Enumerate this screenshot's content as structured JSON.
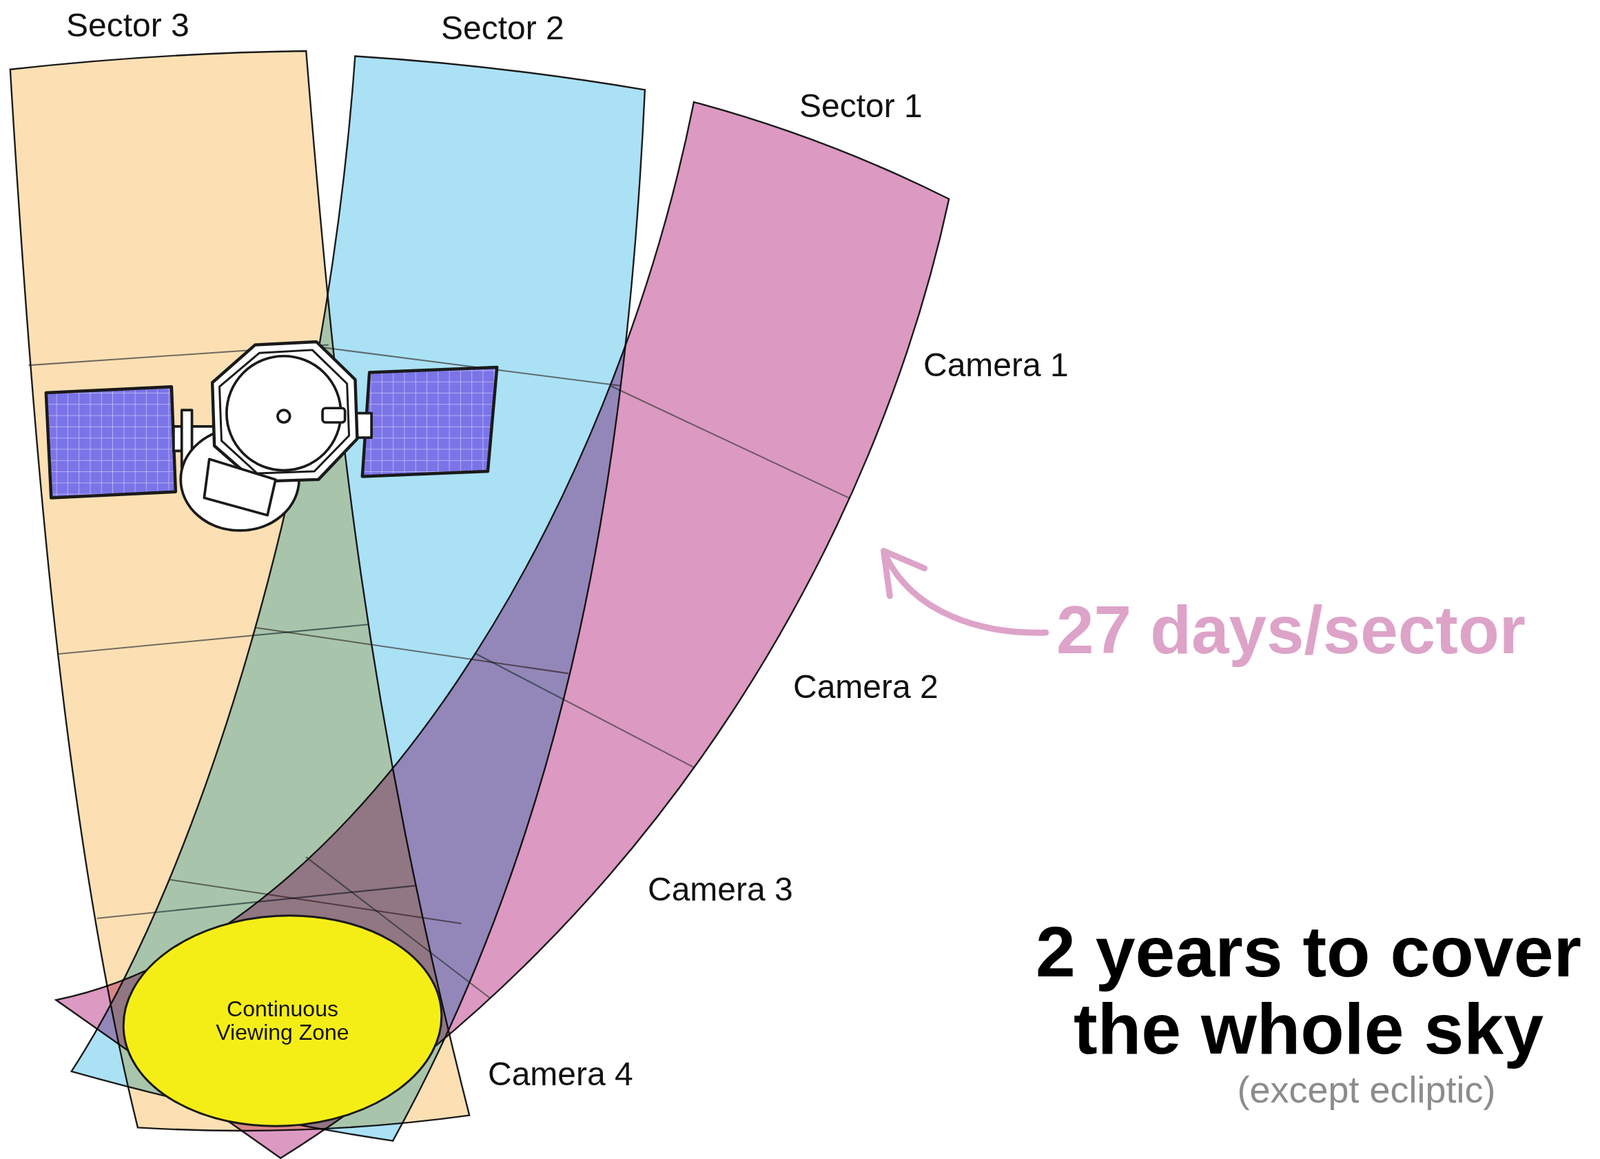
{
  "diagram": {
    "nodes": [
      {
        "text": [
          "Sector 3"
        ]
      },
      {
        "text": [
          "Sector 2"
        ]
      },
      {
        "text": [
          "Sector 1"
        ]
      },
      {
        "text": [
          "Continuous Viewing Zone"
        ]
      }
    ],
    "labels": [
      "Camera 1",
      "Camera 2",
      "Camera 3",
      "Camera 4",
      "27 days/sector",
      "2 years to cover the whole sky",
      "(except ecliptic)"
    ]
  }
}
